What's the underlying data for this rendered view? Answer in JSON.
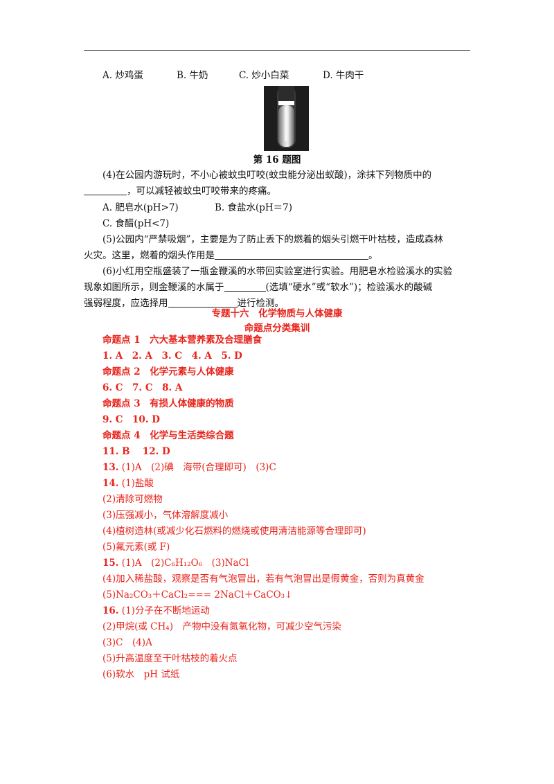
{
  "options_q15": [
    "A. 炒鸡蛋",
    "B. 牛奶",
    "C. 炒小白菜",
    "D. 牛肉干"
  ],
  "figure_caption": "第 16 题图",
  "q4": {
    "line1": "(4)在公园内游玩时，不小心被蚊虫叮咬(蚊虫能分泌出蚁酸)，涂抹下列物质中的",
    "line2_tail": "，可以减轻被蚊虫叮咬带来的疼痛。",
    "opt_a": "A. 肥皂水(pH>7)",
    "opt_b": "B. 食盐水(pH＝7)",
    "opt_c": "C. 食醋(pH<7)"
  },
  "q5": {
    "line1": "(5)公园内“严禁吸烟”，主要是为了防止丢下的燃着的烟头引燃干叶枯枝，造成森林",
    "line2_head": "火灾。这里，燃着的烟头作用是",
    "line2_tail": "。"
  },
  "q6": {
    "line1": "(6)小红用空瓶盛装了一瓶金鞭溪的水带回实验室进行实验。用肥皂水检验溪水的实验",
    "line2_head": "现象如图所示，则金鞭溪的水属于",
    "line2_mid": "(选填“硬水”或“软水”)；检验溪水的酸碱",
    "line3_head": "强弱程度，应选择用",
    "line3_tail": "进行检测。"
  },
  "section_title": "专题十六　化学物质与人体健康",
  "section_subtitle": "命题点分类集训",
  "answers": {
    "p1": "命题点 1　六大基本营养素及合理膳食",
    "a1": "1. A　2. A　3. C　4. A　5. D",
    "p2": "命题点 2　化学元素与人体健康",
    "a2": "6. C　7. C　8. A",
    "p3": "命题点 3　有损人体健康的物质",
    "a3": "9. C　10. D",
    "p4": "命题点 4　化学与生活类综合题",
    "a4": "11. B　 12. D",
    "a13": "(1)A　(2)碘　海带(合理即可)　(3)C",
    "a14_1": "(1)盐酸",
    "a14_2": "(2)清除可燃物",
    "a14_3": "(3)压强减小，气体溶解度减小",
    "a14_4": "(4)植树造林(或减少化石燃料的燃烧或使用清洁能源等合理即可)",
    "a14_5": "(5)氟元素(或 F)",
    "a15_1": "(1)A　(2)C₆H₁₂O₆　(3)NaCl",
    "a15_2": "(4)加入稀盐酸，观察是否有气泡冒出，若有气泡冒出是假黄金，否则为真黄金",
    "a15_3": "(5)Na₂CO₃＋CaCl₂=== 2NaCl＋CaCO₃↓",
    "a16_1": "(1)分子在不断地运动",
    "a16_2": "(2)甲烷(或 CH₄)　产物中没有氮氧化物，可减少空气污染",
    "a16_3": "(3)C　(4)A",
    "a16_4": "(5)升高温度至干叶枯枝的着火点",
    "a16_5": "(6)软水　pH 试纸"
  },
  "num_labels": {
    "n13": "13.",
    "n14": "14.",
    "n15": "15.",
    "n16": "16."
  }
}
